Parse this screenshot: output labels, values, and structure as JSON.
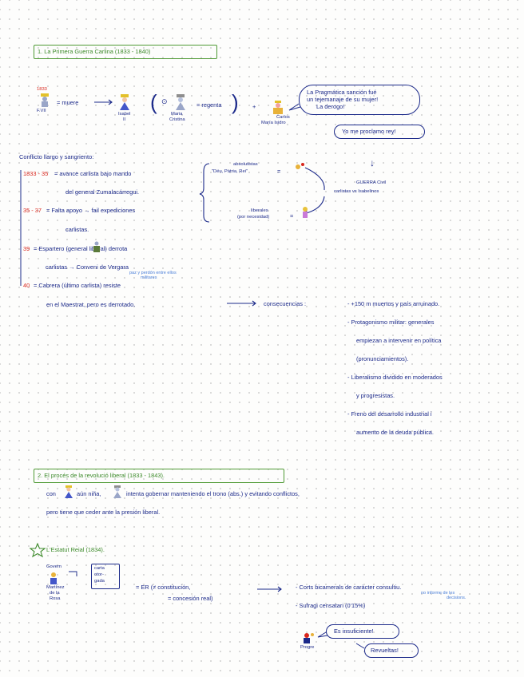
{
  "section1": {
    "title": "1. La Primera Guerra Carlina (1833 - 1840)",
    "year": "1833",
    "fernando": "F.VII",
    "muere": "= muere",
    "isabel": [
      "Isabel",
      "II"
    ],
    "maria": [
      "Maria",
      "Cristina"
    ],
    "regenta": "= regenta",
    "paren_open": "(",
    "paren_close": ")",
    "circle": "⊙",
    "plus": "+",
    "carlos": [
      "Carlos",
      "María Isidro"
    ],
    "bubble1": [
      "La Pragmática sanción fué",
      "un tejemanaje de su mujer!",
      "La derogo!"
    ],
    "bubble2": "Yo me proclamo rey!"
  },
  "conflict": {
    "title": "Conflicto llargo y sangriento:",
    "lines": [
      {
        "year": "1833 - 35",
        "text": "= avance carlista bajo mando"
      },
      {
        "year": "",
        "text": "del general Zumalacárregui."
      },
      {
        "year": "35 - 37",
        "text": "= Falta apoyo → fail expediciones"
      },
      {
        "year": "",
        "text": "carlistas."
      },
      {
        "year": "39",
        "text": "= Espartero   (general liberal) derrota"
      },
      {
        "year": "",
        "text": "carlistas  →  Conveni de Vergara"
      },
      {
        "year": "40",
        "text": "= Cabrera (último carlista) resiste"
      },
      {
        "year": "",
        "text": "en el Maestrat, pero es derrotado."
      }
    ],
    "vergara_note": [
      "paz y perdón entre ellos",
      "militares"
    ],
    "abs_label": [
      "absolutistas",
      "\"Déu, Pàtria, Rei\""
    ],
    "lib_label": [
      "liberales",
      "(por necesidad)"
    ],
    "eq": "=",
    "arrow_down": "↓",
    "guerra": [
      "GUERRA Civil",
      "carlistas vs Isabelinos"
    ],
    "vs": "vs",
    "arrow_right": "⟶",
    "consequences_label": "consecuencias :",
    "consequences": [
      "- +150 m muertos y país arruinado.",
      "- Protagonismo militar: generales",
      "empiezan a intervenir en política",
      "(pronunciamientos).",
      "- Liberalismo dividido en moderados",
      "y progresistas.",
      "- Freno del desarrollo industrial i",
      "aumento de la deuda pública."
    ]
  },
  "section2": {
    "title": "2. El procés de la revolució liberal (1833 - 1843).",
    "line1_a": "con",
    "line1_b": "aún niña,",
    "line1_c": "intenta gobernar manteniendo el trono (abs.) y evitando conflictos,",
    "line2": "pero tiene que ceder ante la presión liberal."
  },
  "estatut": {
    "title": "L'Estatut Reial (1834).",
    "govern": "Govern",
    "martinez": [
      "Martínez",
      "de la",
      "Rosa"
    ],
    "carta": [
      "carta",
      "otor-",
      "gada"
    ],
    "eq_text": "= ER (≠ constitución,",
    "eq_text2": "= concesión real)",
    "arrow": "⟶",
    "res1": "- Corts bicamerals de caràcter consultiu.",
    "res1_note": [
      "no informe de les",
      "decisions."
    ],
    "res2": "- Sufragi censatari (0'15%)",
    "bubble1": "Es insuficiente!",
    "bubble2": "Revueltas!",
    "progre": "Progre"
  },
  "colors": {
    "ink": "#1c2a8a",
    "green": "#3c8a2a",
    "red": "#d8261c",
    "note": "#4a7ed8"
  }
}
